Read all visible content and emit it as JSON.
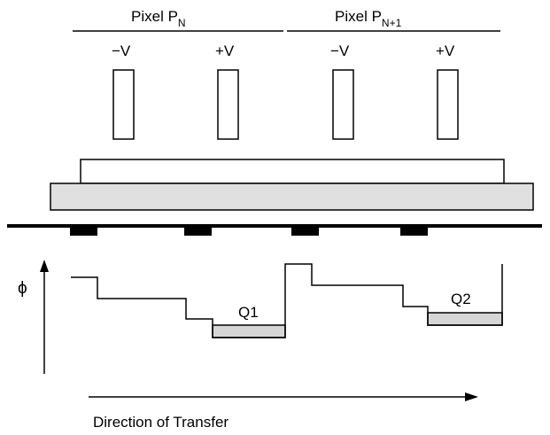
{
  "pixels": [
    {
      "label": "Pixel P",
      "subscript": "N"
    },
    {
      "label": "Pixel P",
      "subscript": "N+1"
    }
  ],
  "electrode_labels": [
    "−V",
    "+V",
    "−V",
    "+V"
  ],
  "potential": {
    "axis_label": "ϕ",
    "charge_packets": [
      "Q1",
      "Q2"
    ]
  },
  "transfer": {
    "label": "Direction of Transfer"
  },
  "colors": {
    "stroke": "#000000",
    "oxide_fill": "#e0e0e0",
    "charge_fill": "#d6d6d6",
    "background": "#ffffff"
  }
}
